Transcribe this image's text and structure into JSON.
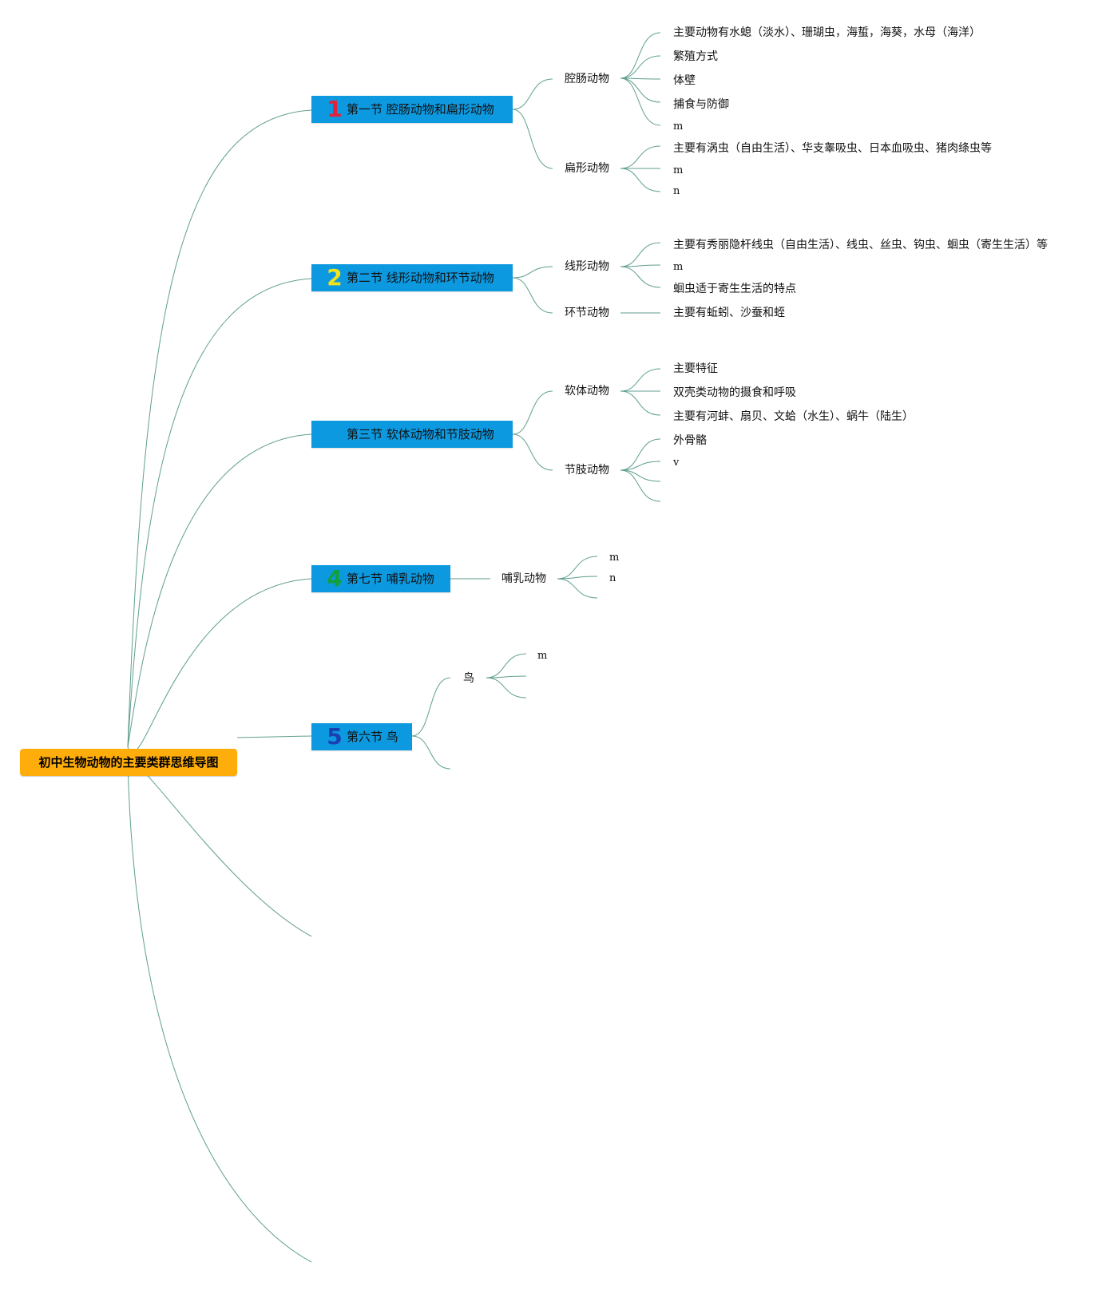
{
  "root": {
    "label": "初中生物动物的主要类群思维导图"
  },
  "sections": [
    {
      "number": "1",
      "number_color": "#e0223a",
      "label": "第一节 腔肠动物和扁形动物",
      "groups": [
        {
          "label": "腔肠动物",
          "children": [
            "主要动物有水螅（淡水）、珊瑚虫，海蜇，海葵，水母（海洋）",
            "繁殖方式",
            "体壁",
            "捕食与防御",
            "m"
          ]
        },
        {
          "label": "扁形动物",
          "children": [
            "主要有涡虫（自由生活）、华支睾吸虫、日本血吸虫、猪肉绦虫等",
            "m",
            "n"
          ]
        }
      ]
    },
    {
      "number": "2",
      "number_color": "#f2e21c",
      "label": "第二节 线形动物和环节动物",
      "groups": [
        {
          "label": "线形动物",
          "children": [
            "主要有秀丽隐杆线虫（自由生活）、线虫、丝虫、钩虫、蛔虫（寄生生活）等",
            "m",
            "蛔虫适于寄生生活的特点"
          ]
        },
        {
          "label": "环节动物",
          "children": [
            "主要有蚯蚓、沙蚕和蛭"
          ]
        }
      ]
    },
    {
      "number": "",
      "number_color": "#0d99e0",
      "label": "第三节 软体动物和节肢动物",
      "groups": [
        {
          "label": "软体动物",
          "children": [
            "主要特征",
            "双壳类动物的摄食和呼吸",
            "主要有河蚌、扇贝、文蛤（水生）、蜗牛（陆生）"
          ]
        },
        {
          "label": "节肢动物",
          "children": [
            "外骨骼",
            "v",
            "",
            ""
          ]
        }
      ]
    },
    {
      "number": "4",
      "number_color": "#13a03a",
      "label": "第七节 哺乳动物",
      "groups": [
        {
          "label": "哺乳动物",
          "children": [
            "m",
            "n",
            ""
          ]
        }
      ]
    },
    {
      "number": "5",
      "number_color": "#1a3fb0",
      "label": "第六节 鸟",
      "groups": [
        {
          "label": "鸟",
          "children": [
            "m",
            "",
            ""
          ]
        },
        {
          "label": "",
          "children": []
        }
      ]
    },
    {
      "number": "",
      "number_color": "",
      "label": "",
      "groups": []
    },
    {
      "number": "",
      "number_color": "",
      "label": "",
      "groups": []
    }
  ],
  "colors": {
    "root_bg": "#ffad0a",
    "section_bg": "#0d99e0",
    "link": "#5f9e8f"
  }
}
